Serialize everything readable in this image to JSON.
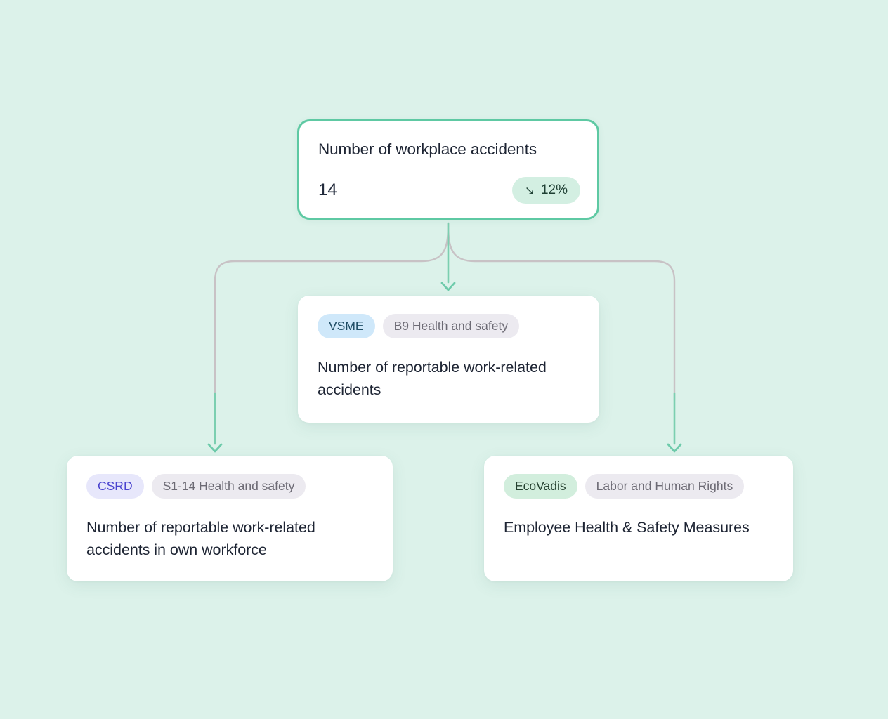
{
  "canvas": {
    "background_color": "#dcf2ea",
    "grid_line_color": "#b9e4d2",
    "grid_vertical_x": [
      423,
      853
    ],
    "grid_horizontal_y": [
      85,
      168,
      212,
      307,
      408,
      610,
      650,
      828
    ]
  },
  "metric_card": {
    "name": "workplace-accidents-metric",
    "title": "Number of workplace accidents",
    "value": "14",
    "delta": {
      "arrow_icon": "arrow-down-right-icon",
      "arrow_glyph": "↘",
      "text": "12%",
      "background_color": "#d3efe2",
      "text_color": "#1f4034"
    },
    "border_color": "#5ec9a3"
  },
  "mapped_cards": [
    {
      "id": "vsme",
      "framework": "VSME",
      "framework_bg": "#cfe8fa",
      "framework_fg": "#1d4b63",
      "topic": "B9 Health and safety",
      "topic_bg": "#eceaf0",
      "topic_fg": "#6c6a74",
      "description": "Number of reportable work-related accidents"
    },
    {
      "id": "csrd",
      "framework": "CSRD",
      "framework_bg": "#e7e7fb",
      "framework_fg": "#4a43cf",
      "topic": "S1-14 Health and safety",
      "topic_bg": "#eceaf0",
      "topic_fg": "#6c6a74",
      "description": "Number of reportable work-related accidents in own workforce"
    },
    {
      "id": "ecovadis",
      "framework": "EcoVadis",
      "framework_bg": "#d2eedd",
      "framework_fg": "#24402f",
      "topic": "Labor and Human Rights",
      "topic_bg": "#eceaf0",
      "topic_fg": "#6c6a74",
      "description": "Employee Health & Safety Measures"
    }
  ],
  "connectors": {
    "branch_line_color": "#c8c2c5",
    "stem_color": "#7bcfb0",
    "arrowhead_color": "#6ecbab",
    "count": 3
  }
}
